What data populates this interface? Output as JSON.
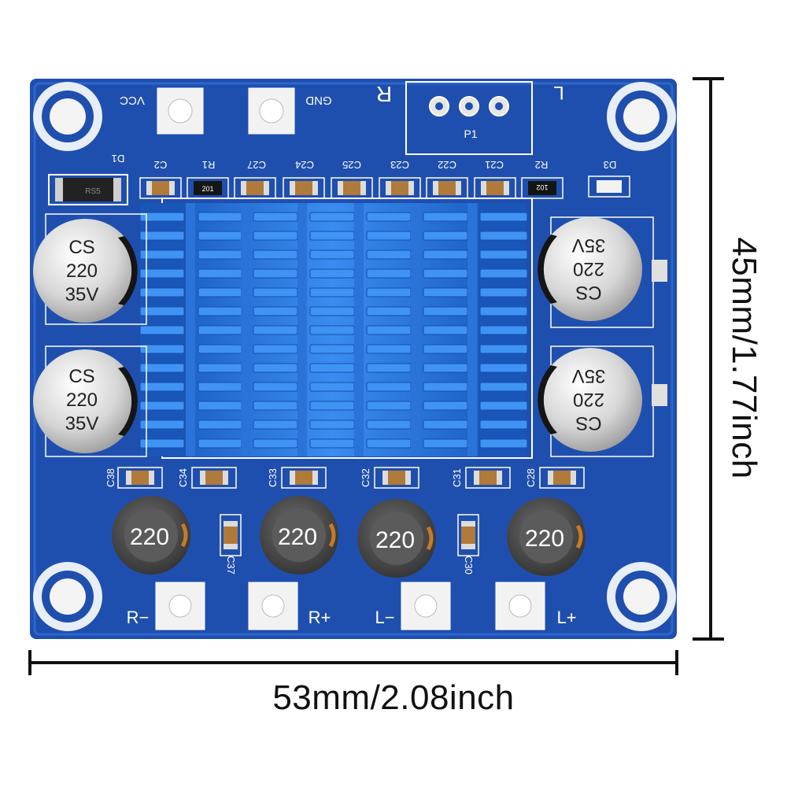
{
  "dimensions": {
    "width_label": "53mm/2.08inch",
    "height_label": "45mm/1.77inch"
  },
  "board": {
    "colors": {
      "pcb": "#1f4fae",
      "pcb_light": "#2a62c8",
      "heatsink": "#2f7fe0",
      "pad": "#e9e9e9",
      "silk": "#ffffff",
      "cap_body": "#d9d9d9",
      "inductor": "#555555"
    },
    "power_labels": {
      "vcc": "VCC",
      "gnd": "GND"
    },
    "channel_marks": {
      "right": "R",
      "left": "L"
    },
    "connector_label": "P1",
    "top_silkscreen": [
      "D1",
      "C2",
      "R1",
      "C27",
      "C24",
      "C25",
      "C23",
      "C22",
      "C21",
      "R2",
      "D3"
    ],
    "resistor_codes": {
      "r1": "201",
      "r2": "102"
    },
    "diode_code": "RS5",
    "capacitors": {
      "line1": "CS",
      "line2": "220",
      "line3": "35V"
    },
    "bottom_silkscreen": [
      "C38",
      "C34",
      "C33",
      "C32",
      "C31",
      "C28",
      "C37",
      "C30"
    ],
    "inductor_value": "220",
    "outputs": {
      "r_minus": "R−",
      "r_plus": "R+",
      "l_minus": "L−",
      "l_plus": "L+"
    }
  }
}
